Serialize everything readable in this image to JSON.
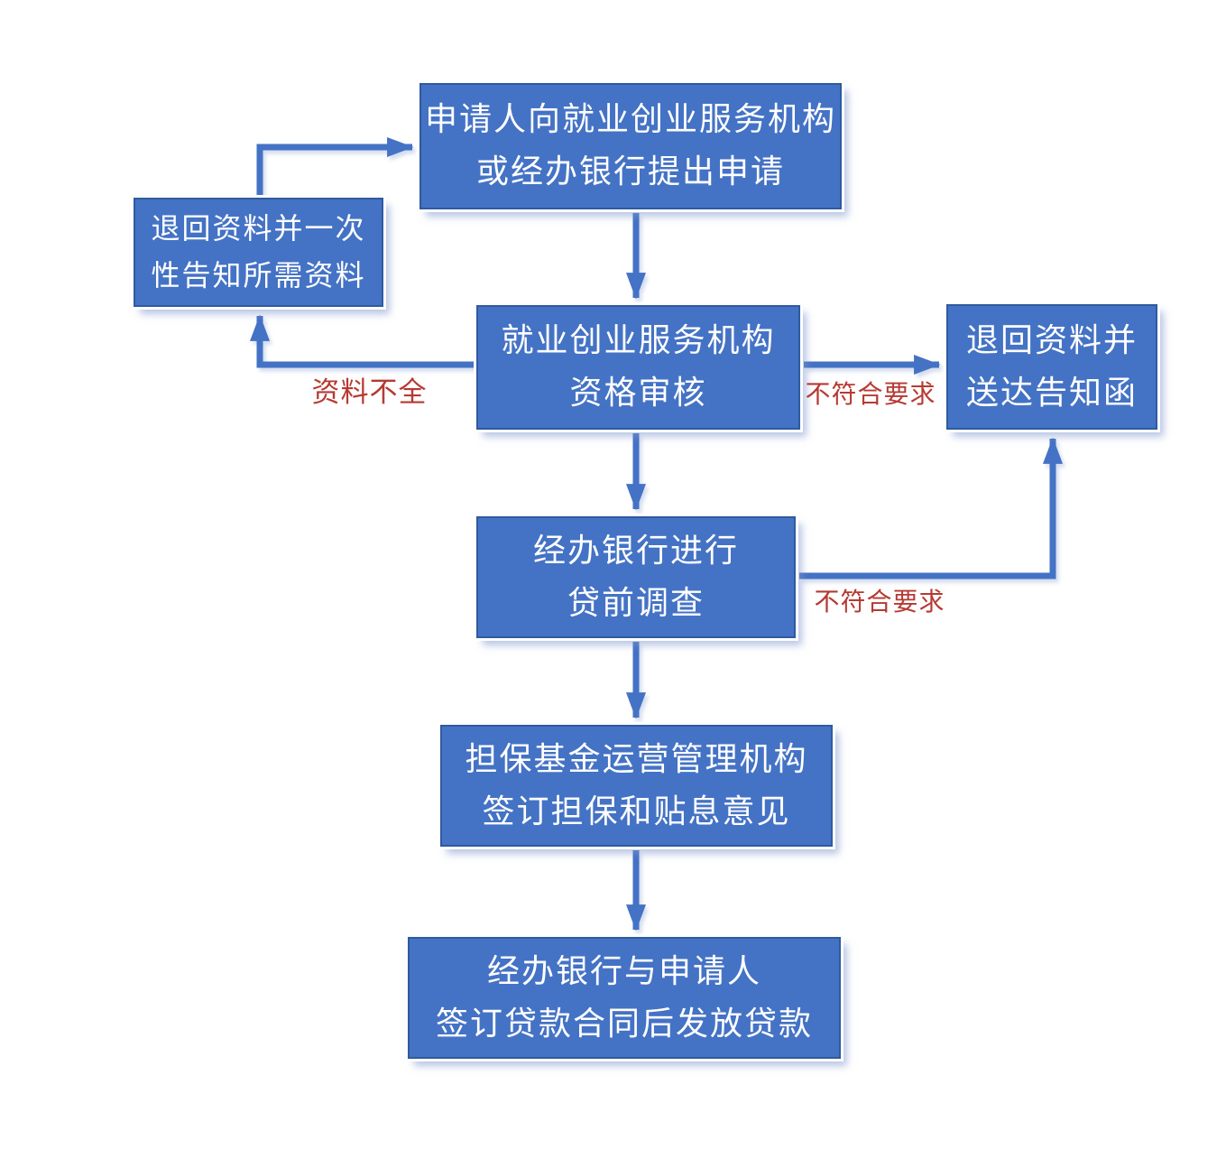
{
  "colors": {
    "box_fill": "#4472c4",
    "box_border": "#2f5a9e",
    "box_text": "#ffffff",
    "arrow": "#4472c4",
    "edge_label_red": "#b63a33",
    "background": "#ffffff"
  },
  "nodes": {
    "apply": {
      "line1": "申请人向就业创业服务机构",
      "line2": "或经办银行提出申请"
    },
    "return_materials": {
      "line1": "退回资料并一次",
      "line2": "性告知所需资料"
    },
    "qualification_review": {
      "line1": "就业创业服务机构",
      "line2": "资格审核"
    },
    "return_notice": {
      "line1": "退回资料并",
      "line2": "送达告知函"
    },
    "pre_loan_check": {
      "line1": "经办银行进行",
      "line2": "贷前调查"
    },
    "guarantee_fund": {
      "line1": "担保基金运营管理机构",
      "line2": "签订担保和贴息意见"
    },
    "sign_and_issue": {
      "line1": "经办银行与申请人",
      "line2": "签订贷款合同后发放贷款"
    }
  },
  "edge_labels": {
    "incomplete_materials": "资料不全",
    "review_not_qualified": "不符合要求",
    "loan_check_not_qualified": "不符合要求"
  },
  "edges": [
    {
      "from": "apply",
      "to": "qualification_review",
      "label": ""
    },
    {
      "from": "qualification_review",
      "to": "return_materials",
      "label": "资料不全"
    },
    {
      "from": "return_materials",
      "to": "apply",
      "label": ""
    },
    {
      "from": "qualification_review",
      "to": "return_notice",
      "label": "不符合要求"
    },
    {
      "from": "qualification_review",
      "to": "pre_loan_check",
      "label": ""
    },
    {
      "from": "pre_loan_check",
      "to": "return_notice",
      "label": "不符合要求"
    },
    {
      "from": "pre_loan_check",
      "to": "guarantee_fund",
      "label": ""
    },
    {
      "from": "guarantee_fund",
      "to": "sign_and_issue",
      "label": ""
    }
  ]
}
